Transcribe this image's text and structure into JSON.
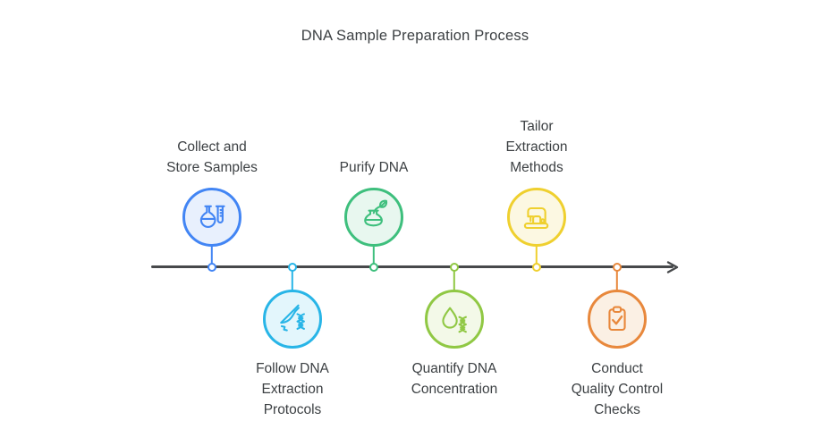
{
  "title": "DNA Sample Preparation Process",
  "timeline": {
    "line_color": "#47494b",
    "direction": "left-to-right-arrow"
  },
  "nodes": [
    {
      "label": "Collect and\nStore Samples",
      "icon": "flask-test-tube-icon",
      "side": "above",
      "accent": "#4285F4",
      "fill": "#E8F0FD"
    },
    {
      "label": "Follow DNA\nExtraction\nProtocols",
      "icon": "scalpel-dna-icon",
      "side": "below",
      "accent": "#28B5E7",
      "fill": "#E3F6FC"
    },
    {
      "label": "Purify DNA",
      "icon": "flask-leaf-icon",
      "side": "above",
      "accent": "#3EBF7D",
      "fill": "#E8F7EF"
    },
    {
      "label": "Quantify DNA\nConcentration",
      "icon": "droplet-dna-icon",
      "side": "below",
      "accent": "#90C844",
      "fill": "#F3F9E8"
    },
    {
      "label": "Tailor\nExtraction\nMethods",
      "icon": "sewing-machine-icon",
      "side": "above",
      "accent": "#EFD02F",
      "fill": "#FCF8E2"
    },
    {
      "label": "Conduct\nQuality Control\nChecks",
      "icon": "clipboard-check-icon",
      "side": "below",
      "accent": "#E8883C",
      "fill": "#FBF0E4"
    }
  ]
}
